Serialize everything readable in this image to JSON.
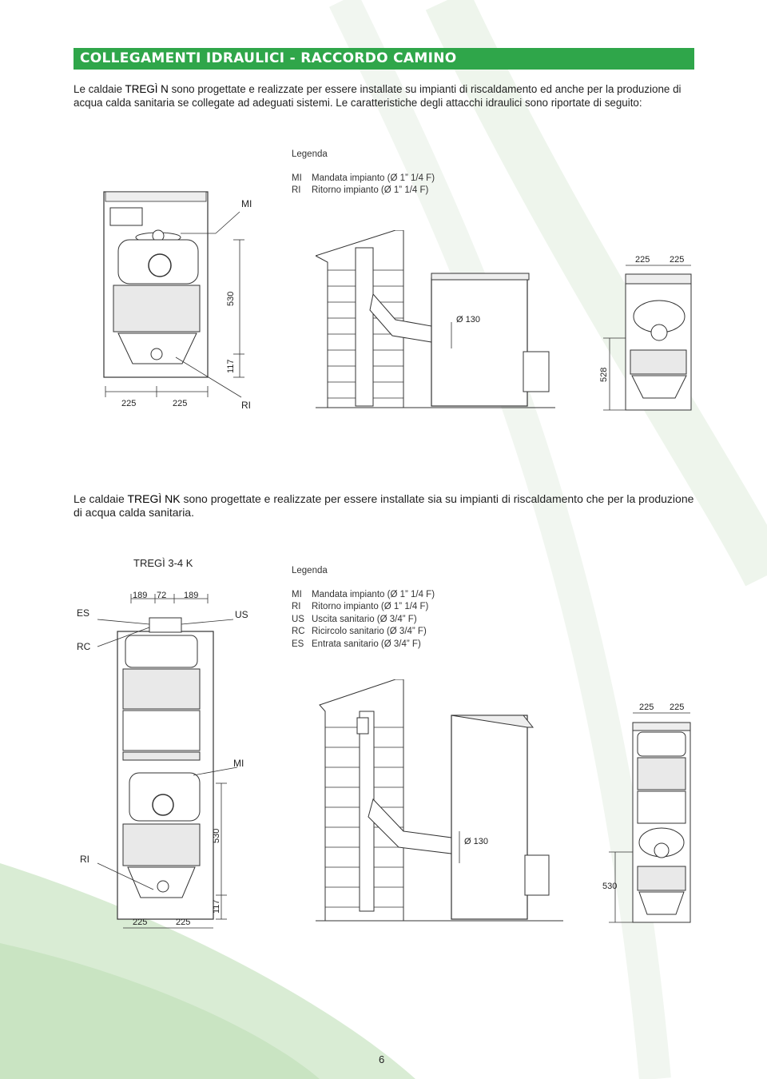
{
  "header": {
    "title": "COLLEGAMENTI IDRAULICI - RACCORDO CAMINO"
  },
  "intro1": {
    "prefix": "Le caldaie",
    "brand": "TREGÌ N",
    "text": "sono progettate e realizzate per essere installate su impianti di riscaldamento ed anche per la produzione di acqua calda sanitaria se collegate ad adeguati sistemi. Le caratteristiche degli attacchi idraulici sono riportate di seguito:"
  },
  "legend1": {
    "heading": "Legenda",
    "items": [
      {
        "code": "MI",
        "text": "Mandata impianto (Ø 1” 1/4 F)"
      },
      {
        "code": "RI",
        "text": "Ritorno impianto (Ø 1” 1/4 F)"
      }
    ]
  },
  "diagram1": {
    "labels": {
      "mi": "MI",
      "ri": "RI",
      "dim_height": "530",
      "dim_low": "117",
      "dim_w1": "225",
      "dim_w2": "225"
    },
    "chimney": {
      "flue": "Ø 130"
    },
    "side": {
      "dim_w1": "225",
      "dim_w2": "225",
      "dim_height": "528"
    }
  },
  "intro2": {
    "prefix": "Le caldaie",
    "brand": "TREGÌ NK",
    "text": "sono progettate e realizzate per essere installate sia su impianti di riscaldamento che per la produzione di acqua calda sanitaria."
  },
  "model2": {
    "name": "TREGÌ 3-4 K"
  },
  "legend2": {
    "heading": "Legenda",
    "items": [
      {
        "code": "MI",
        "text": "Mandata impianto (Ø 1” 1/4 F)"
      },
      {
        "code": "RI",
        "text": "Ritorno impianto (Ø 1” 1/4 F)"
      },
      {
        "code": "US",
        "text": "Uscita sanitario (Ø 3/4” F)"
      },
      {
        "code": "RC",
        "text": "Ricircolo sanitario (Ø 3/4” F)"
      },
      {
        "code": "ES",
        "text": "Entrata sanitario (Ø 3/4” F)"
      }
    ]
  },
  "diagram2": {
    "labels": {
      "es": "ES",
      "rc": "RC",
      "us": "US",
      "mi": "MI",
      "ri": "RI",
      "top1": "189",
      "top2": "72",
      "top3": "189",
      "dim_height": "530",
      "dim_low": "117",
      "dim_w1": "225",
      "dim_w2": "225"
    },
    "chimney": {
      "flue": "Ø 130"
    },
    "side": {
      "dim_w1": "225",
      "dim_w2": "225",
      "dim_height": "530"
    }
  },
  "footer": {
    "page": "6"
  },
  "colors": {
    "accent": "#2fa64a",
    "swirl": "#e6f2e3"
  }
}
